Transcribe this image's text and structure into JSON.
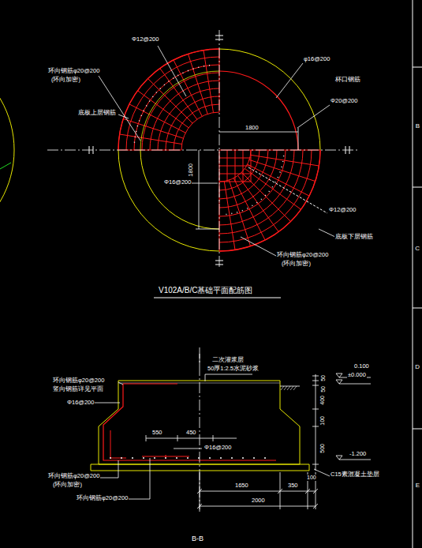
{
  "diagram": {
    "title": "V102A/B/C基础平面配筋图",
    "labels": [
      "Φ12@200",
      "环向钢筋φ20@200",
      "(环向加密)",
      "底板上层钢筋",
      "φ16@200",
      "杯口钢筋",
      "Φ20@200",
      "1800",
      "1800",
      "Φ16@200",
      "Φ12@200",
      "底板下层钢筋",
      "环向钢筋φ20@200",
      "(环向加密)",
      "二次灌浆层",
      "50厚1:2.5水泥砂浆",
      "0.100",
      "±0.000",
      "环向钢筋φ20@200",
      "竖向钢筋详见平面",
      "Φ16@200",
      "550",
      "450",
      "Φ16@200",
      "50",
      "50",
      "400",
      "100",
      "500",
      "-1.200",
      "环向钢筋φ20@200",
      "(环向加密)",
      "环向钢筋φ20@200",
      "1650",
      "350",
      "100",
      "2000",
      "C15素混凝土垫层",
      "B-B",
      "B",
      "C",
      "D",
      "E"
    ]
  }
}
